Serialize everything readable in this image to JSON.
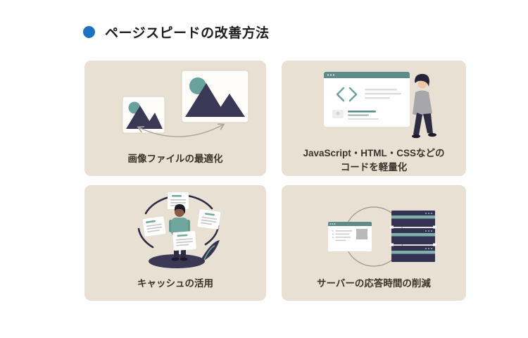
{
  "header": {
    "title": "ページスピードの改善方法"
  },
  "cards": [
    {
      "id": "image-optimization",
      "label": "画像ファイルの最適化"
    },
    {
      "id": "code-minification",
      "label": "JavaScript・HTML・CSSなどの\nコードを軽量化"
    },
    {
      "id": "cache-usage",
      "label": "キャッシュの活用"
    },
    {
      "id": "server-response",
      "label": "サーバーの応答時間の削減"
    }
  ],
  "colors": {
    "accent_blue": "#1e72c3",
    "card_background": "#e8e1d3",
    "navy": "#3a3854",
    "teal": "#68a29c",
    "browser_bar_teal": "#5d8b89",
    "label_text": "#39332b"
  }
}
